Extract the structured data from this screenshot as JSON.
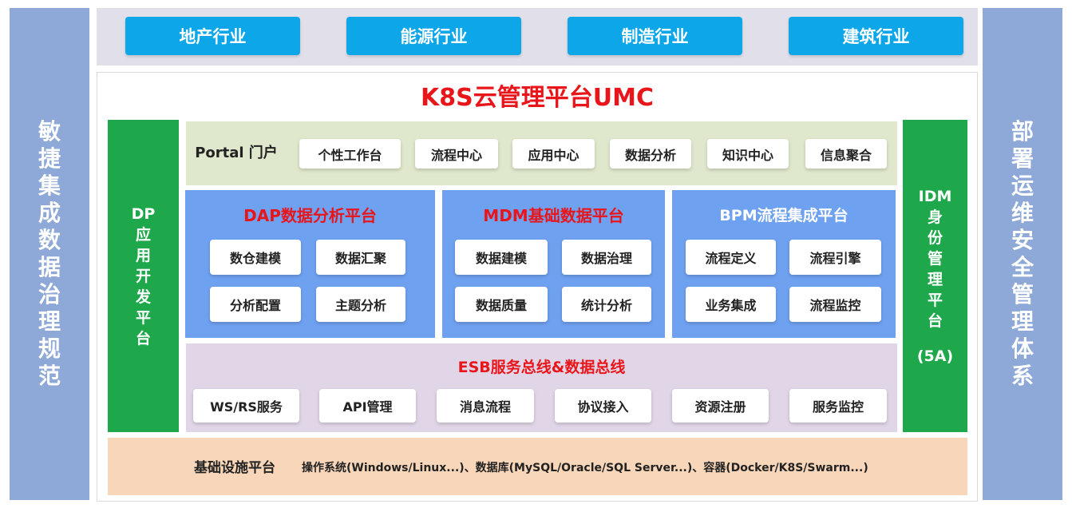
{
  "left_column": {
    "chars": [
      "敏",
      "捷",
      "集",
      "成",
      "数",
      "据",
      "治",
      "理",
      "规",
      "范"
    ]
  },
  "right_column": {
    "chars": [
      "部",
      "署",
      "运",
      "维",
      "安",
      "全",
      "管",
      "理",
      "体",
      "系"
    ]
  },
  "industries": [
    "地产行业",
    "能源行业",
    "制造行业",
    "建筑行业"
  ],
  "umc": {
    "title": "K8S云管理平台UMC"
  },
  "dp_column": {
    "chars": [
      "DP",
      "应",
      "用",
      "开",
      "发",
      "平",
      "台"
    ]
  },
  "idm_column": {
    "chars": [
      "IDM",
      "身",
      "份",
      "管",
      "理",
      "平",
      "台"
    ],
    "note": "(5A)"
  },
  "portal": {
    "label": "Portal 门户",
    "items": [
      "个性工作台",
      "流程中心",
      "应用中心",
      "数据分析",
      "知识中心",
      "信息聚合"
    ]
  },
  "platforms": [
    {
      "title": "DAP数据分析平台",
      "items": [
        "数仓建模",
        "数据汇聚",
        "分析配置",
        "主题分析"
      ]
    },
    {
      "title": "MDM基础数据平台",
      "items": [
        "数据建模",
        "数据治理",
        "数据质量",
        "统计分析"
      ]
    },
    {
      "title": "BPM流程集成平台",
      "items": [
        "流程定义",
        "流程引擎",
        "业务集成",
        "流程监控"
      ]
    }
  ],
  "esb": {
    "title": "ESB服务总线&数据总线",
    "items": [
      "WS/RS服务",
      "API管理",
      "消息流程",
      "协议接入",
      "资源注册",
      "服务监控"
    ]
  },
  "infrastructure": {
    "title": "基础设施平台",
    "description": "操作系统(Windows/Linux...)、数据库(MySQL/Oracle/SQL Server...)、容器(Docker/K8S/Swarm...)"
  },
  "colors": {
    "side": "#8ea9d8",
    "industry": "#0da6e9",
    "green": "#1fa84b",
    "blue_block": "#6fa1f1",
    "portal_band": "#dfe8cc",
    "esb_band": "#e0d6e8",
    "infra_band": "#f8d6b9",
    "red_text": "#e8161b"
  }
}
